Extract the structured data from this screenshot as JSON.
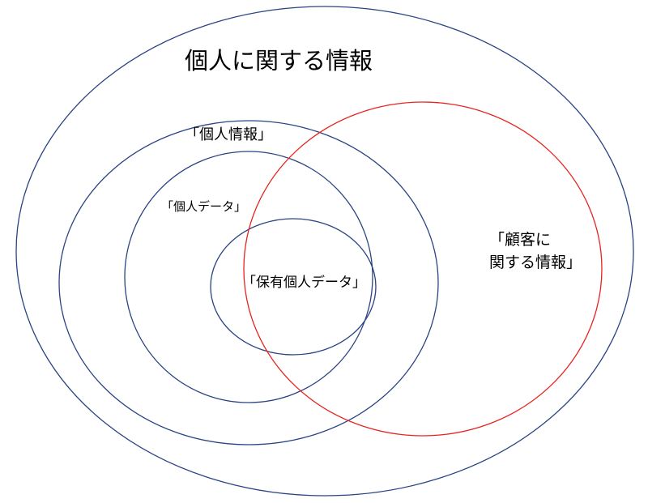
{
  "colors": {
    "navy": "#2b4384",
    "red": "#e8231f",
    "text": "#000000",
    "background": "#ffffff"
  },
  "labels": {
    "outer": "個人に関する情報",
    "personal_info": "「個人情報」",
    "personal_data": "「個人データ」",
    "retained_data": "「保有個人データ」",
    "customer_line1": "「顧客に",
    "customer_line2": "関する情報」"
  }
}
